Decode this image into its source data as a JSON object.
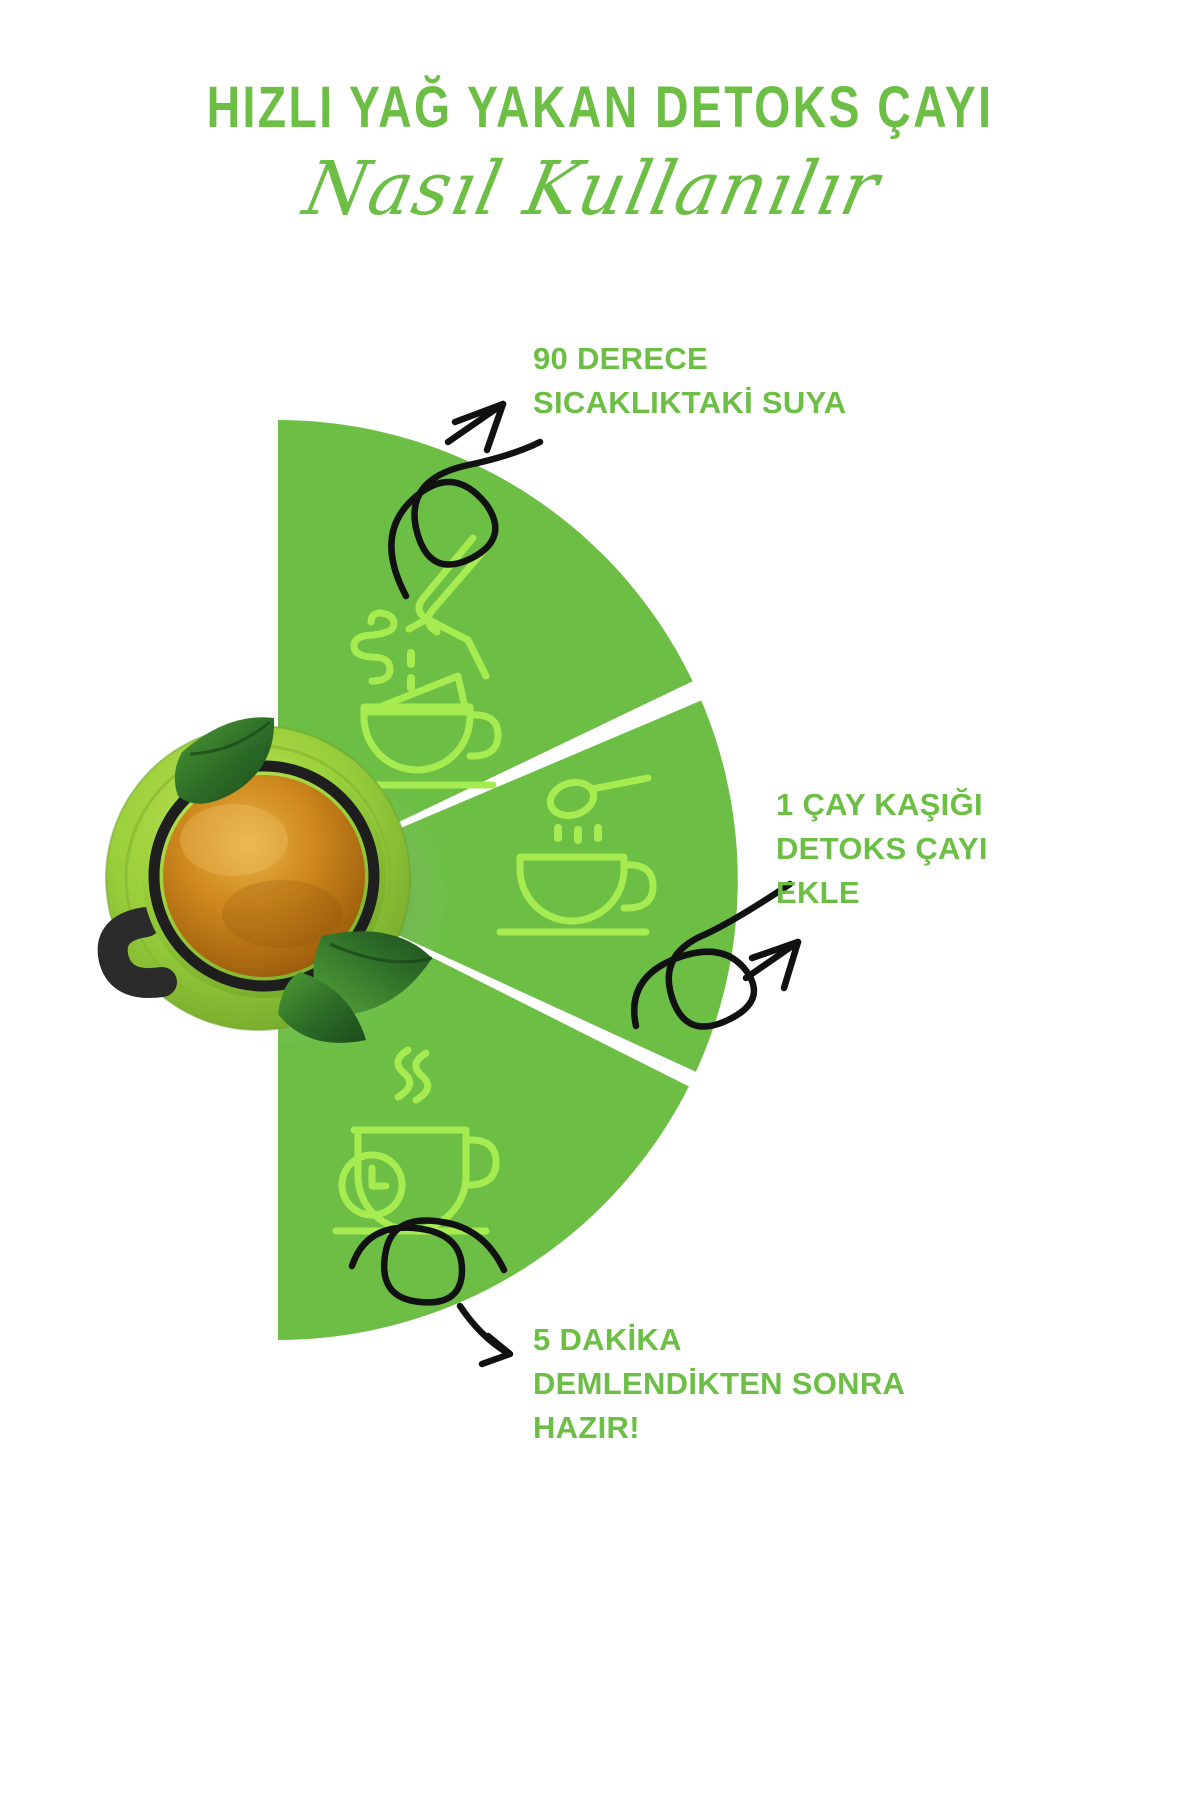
{
  "poster": {
    "background": "#ffffff",
    "brand_green": "#6CBE45",
    "icon_green": "#A6EC51",
    "arrow_color": "#111111"
  },
  "header": {
    "title": "HIZLI YAĞ YAKAN DETOKS ÇAYI",
    "subtitle_script": "Nasıl Kullanılır"
  },
  "steps": [
    {
      "id": "step-1",
      "icon": "pouring-kettle-into-cup-icon",
      "text": "90 DERECE\nSICAKLIKTAKİ SUYA",
      "line1": "90 DERECE",
      "line2": "SICAKLIKTAKİ SUYA"
    },
    {
      "id": "step-2",
      "icon": "spoon-over-cup-icon",
      "text": "1 ÇAY KAŞIĞI\nDETOKS ÇAYI\nEKLE",
      "line1": "1 ÇAY KAŞIĞI",
      "line2": "DETOKS ÇAYI",
      "line3": "EKLE"
    },
    {
      "id": "step-3",
      "icon": "cup-with-clock-icon",
      "text": "5 DAKİKA\nDEMLENDİKTEN SONRA\nHAZIR!",
      "line1": "5 DAKİKA",
      "line2": "DEMLENDİKTEN SONRA",
      "line3": "HAZIR!"
    }
  ],
  "photo": {
    "alt_name": "green-teacup-of-tea-on-saucer-with-mint-leaves",
    "cup_color": "#8DC63F",
    "tea_color": "#C98A22",
    "leaf_color": "#2E6B2A"
  }
}
